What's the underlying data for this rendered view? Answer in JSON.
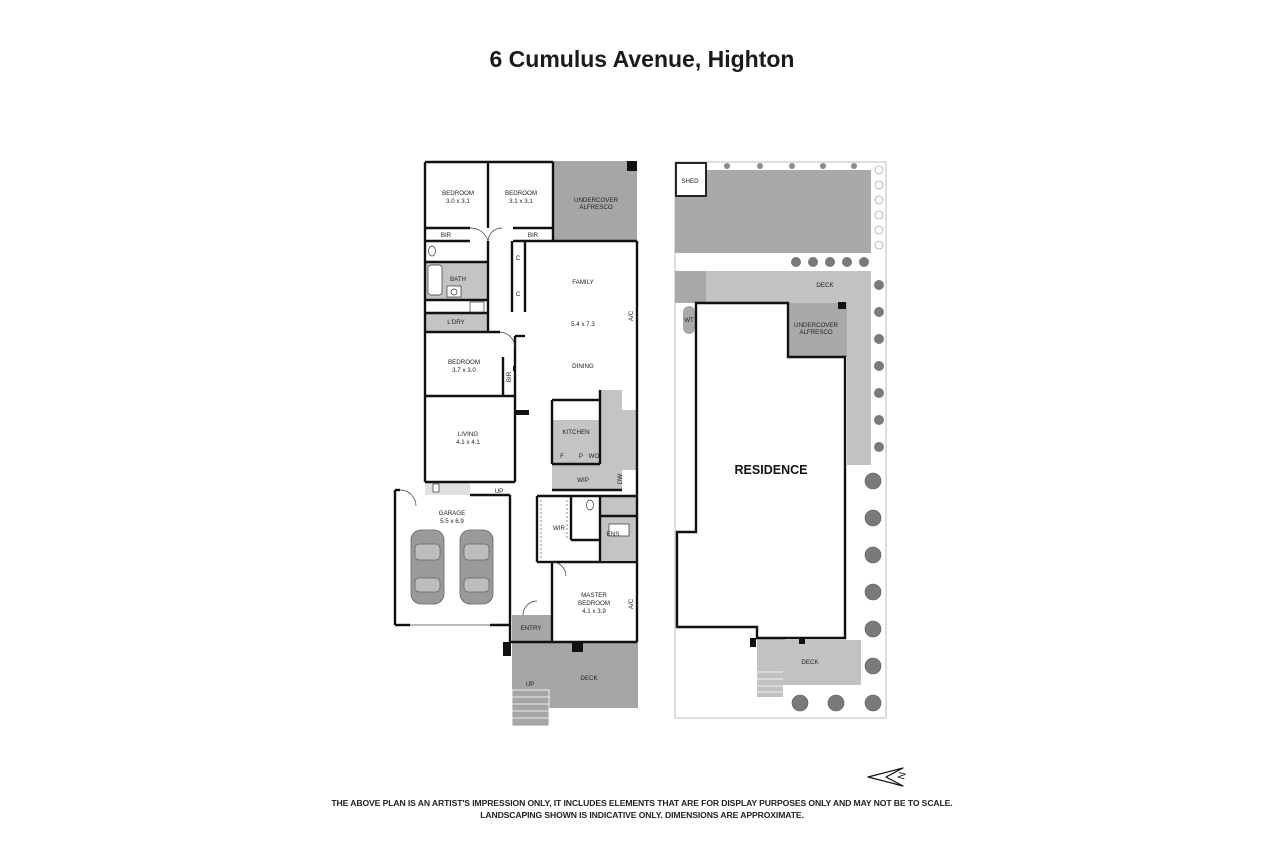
{
  "title": "6 Cumulus Avenue, Highton",
  "floor_plan": {
    "rooms": {
      "bedroom_a": {
        "name": "BEDROOM",
        "size": "3.0 x 3.1"
      },
      "bedroom_b": {
        "name": "BEDROOM",
        "size": "3.1 x 3.1"
      },
      "bir_a": "BIR",
      "bir_b": "BIR",
      "undercover_alfresco": [
        "UNDERCOVER",
        "ALFRESCO"
      ],
      "bath": "BATH",
      "cupboard_1": "C",
      "cupboard_2": "C",
      "family": {
        "name": "FAMILY",
        "size": "5.4 x 7.3"
      },
      "dining": "DINING",
      "laundry": "L'DRY",
      "bedroom_c": {
        "name": "BEDROOM",
        "size": "3.7 x 3.0"
      },
      "bir_c": "BIR",
      "living": {
        "name": "LIVING",
        "size": "4.1 x 4.1"
      },
      "kitchen": "KITCHEN",
      "fridge": "F",
      "pantry": "P",
      "wall_oven": "WO",
      "wip": "WIP",
      "dishwasher": "DW",
      "garage": {
        "name": "GARAGE",
        "size": "5.5 x 6.9"
      },
      "up_garage": "UP",
      "wir": "WIR",
      "ens": "ENS",
      "master_bedroom": {
        "name": [
          "MASTER",
          "BEDROOM"
        ],
        "size": "4.1 x 3.9"
      },
      "ac_family": "A/C",
      "ac_master": "A/C",
      "entry": "ENTRY",
      "deck": "DECK",
      "up_deck": "UP"
    }
  },
  "site_plan": {
    "shed": "SHED",
    "deck_rear": "DECK",
    "water_tank": "WT",
    "undercover_alfresco": [
      "UNDERCOVER",
      "ALFRESCO"
    ],
    "residence": "RESIDENCE",
    "deck_front": "DECK"
  },
  "north_symbol": "N",
  "disclaimer": [
    "THE ABOVE PLAN IS AN ARTIST'S IMPRESSION ONLY, IT INCLUDES ELEMENTS THAT ARE FOR DISPLAY PURPOSES ONLY AND MAY NOT BE TO SCALE.",
    "LANDSCAPING SHOWN IS INDICATIVE ONLY. DIMENSIONS ARE APPROXIMATE."
  ],
  "colors": {
    "wall": "#111111",
    "outdoor_area": "#a6a6a6",
    "floor_tile": "#c4c4c4",
    "site_hardstand": "#a9a9a9",
    "site_deck": "#c2c2c2",
    "shrub": "#7a7a7a"
  }
}
